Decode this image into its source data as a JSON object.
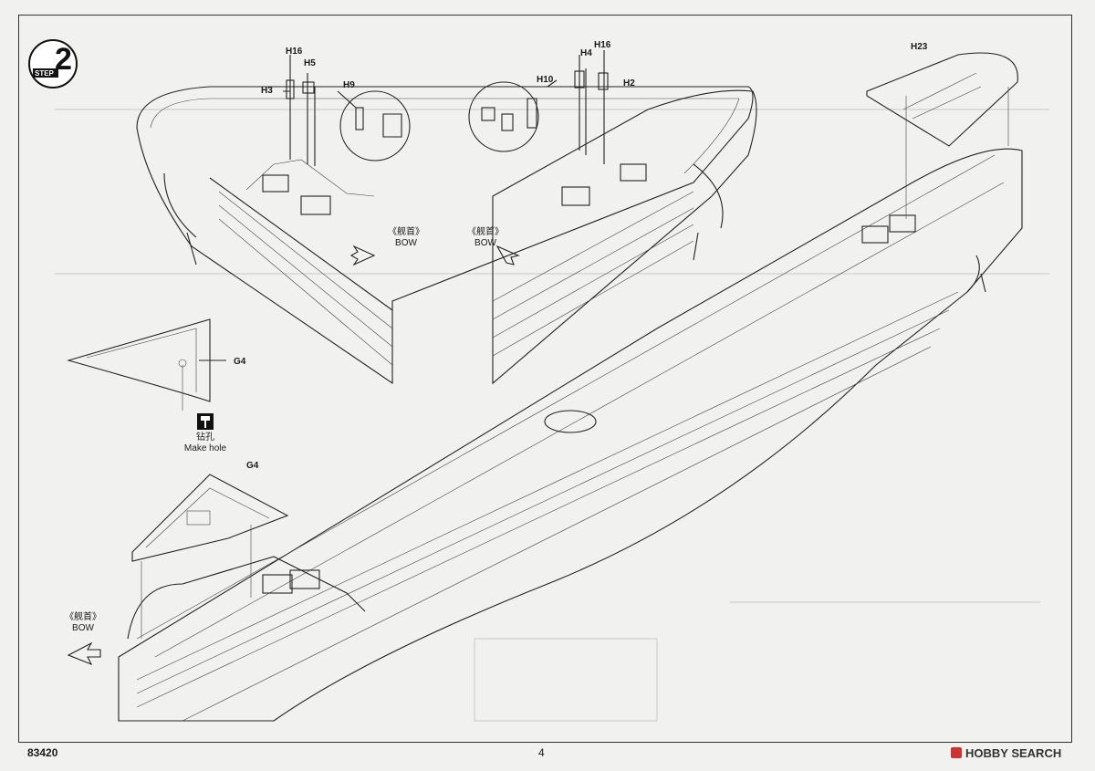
{
  "step": {
    "label": "STEP",
    "number": "2"
  },
  "parts": {
    "h16_left": "H16",
    "h5": "H5",
    "h3": "H3",
    "h9": "H9",
    "h16_right": "H16",
    "h4": "H4",
    "h10": "H10",
    "h2": "H2",
    "h23": "H23",
    "g4_top": "G4",
    "g4_main": "G4"
  },
  "bow": {
    "cn": "《舰首》",
    "en": "BOW"
  },
  "drill": {
    "cn": "钻孔",
    "en": "Make hole"
  },
  "footer": {
    "code": "83420",
    "page": "4",
    "brand": "HOBBY SEARCH"
  }
}
